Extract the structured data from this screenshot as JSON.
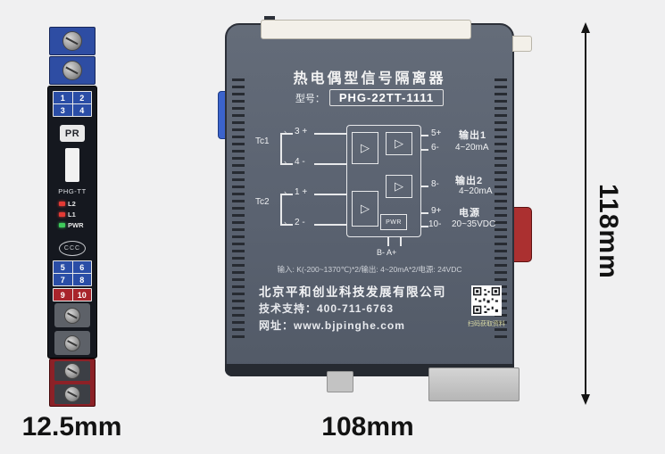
{
  "colors": {
    "terminal_blue": "#2a4da6",
    "terminal_red": "#a8242b",
    "body_slate": "#5a6270",
    "led_red": "#e43a35",
    "led_green": "#3ecb5b"
  },
  "icons": {
    "amp_triangle": "▷"
  },
  "front_view": {
    "top_numbers": [
      "1",
      "2",
      "3",
      "4"
    ],
    "brand": "PR",
    "model": "PHG-TT",
    "led1": "L2",
    "led2": "L1",
    "led3": "PWR",
    "cert": "CCC",
    "mid_numbers": [
      "5",
      "6",
      "7",
      "8"
    ],
    "bottom_numbers": [
      "9",
      "10"
    ]
  },
  "side_view": {
    "title": "热电偶型信号隔离器",
    "model_prefix": "型号：",
    "model": "PHG-22TT-1111",
    "diagram": {
      "tc1": "Tc1",
      "tc2": "Tc2",
      "t3": "3 +",
      "t4": "4 -",
      "t1": "1 +",
      "t2": "2 -",
      "pwr_box": "PWR",
      "bus": "B-  A+",
      "out1_a": "5+",
      "out1_b": "6-",
      "out1_label": "输出1",
      "out1_range": "4~20mA",
      "out2_a": "8-",
      "out2_label": "输出2",
      "out2_range": "4~20mA",
      "pow_a": "9+",
      "pow_b": "10-",
      "pow_label": "电源",
      "pow_range": "20~35VDC"
    },
    "spec_line": "输入: K(-200~1370℃)*2/输出: 4~20mA*2/电源: 24VDC",
    "company": "北京平和创业科技发展有限公司",
    "support": "技术支持：400-711-6763",
    "website": "网址：www.bjpinghe.com",
    "qr_caption": "扫码获取资料"
  },
  "annotations": {
    "front_width": "12.5mm",
    "side_width": "108mm",
    "height": "118mm"
  }
}
